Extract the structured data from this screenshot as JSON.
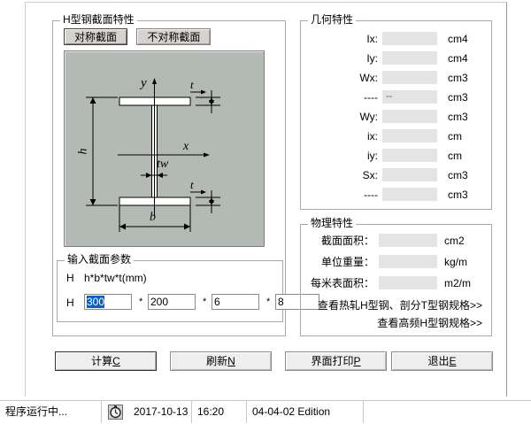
{
  "window": {
    "section_group_title": "H型钢截面特性",
    "geometry_group_title": "几何特性",
    "physical_group_title": "物理特性",
    "input_group_title": "输入截面参数"
  },
  "tabs": [
    {
      "label": "对称截面",
      "active": true
    },
    {
      "label": "不对称截面",
      "active": false
    }
  ],
  "diagram": {
    "name": "h-beam-cross-section",
    "axis_y_label": "y",
    "axis_x_label": "x",
    "height_label": "h",
    "width_label": "b",
    "web_thickness_label": "tw",
    "flange_thickness_top_label": "t",
    "flange_thickness_bottom_label": "t",
    "background_color": "#b3bab3"
  },
  "geometry": {
    "rows": [
      {
        "label": "Ix:",
        "value": "",
        "unit": "cm4"
      },
      {
        "label": "Iy:",
        "value": "",
        "unit": "cm4"
      },
      {
        "label": "Wx:",
        "value": "",
        "unit": "cm3"
      },
      {
        "label": "----",
        "value": "--",
        "unit": "cm3"
      },
      {
        "label": "Wy:",
        "value": "",
        "unit": "cm3"
      },
      {
        "label": "ix:",
        "value": "",
        "unit": "cm"
      },
      {
        "label": "iy:",
        "value": "",
        "unit": "cm"
      },
      {
        "label": "Sx:",
        "value": "",
        "unit": "cm3"
      },
      {
        "label": "----",
        "value": "",
        "unit": "cm3"
      }
    ]
  },
  "physical": {
    "rows": [
      {
        "label": "截面面积：",
        "value": "",
        "unit": "cm2"
      },
      {
        "label": "单位重量：",
        "value": "",
        "unit": "kg/m"
      },
      {
        "label": "每米表面积：",
        "value": "",
        "unit": "m2/m"
      }
    ],
    "links": [
      {
        "label": "查看热轧H型钢、剖分T型钢规格>>"
      },
      {
        "label": "查看高频H型钢规格>>"
      }
    ]
  },
  "input": {
    "hint_prefix": "H",
    "hint_formula": "h*b*tw*t(mm)",
    "row_label": "H",
    "multiply_sign": "*",
    "fields": [
      {
        "name": "h",
        "value": "300",
        "selected": true
      },
      {
        "name": "b",
        "value": "200",
        "selected": false
      },
      {
        "name": "tw",
        "value": "6",
        "selected": false
      },
      {
        "name": "t",
        "value": "8",
        "selected": false
      }
    ]
  },
  "buttons": [
    {
      "text": "计算",
      "accel": "C",
      "default": true
    },
    {
      "text": "刷新",
      "accel": "N",
      "default": false
    },
    {
      "text": "界面打印",
      "accel": "P",
      "default": false
    },
    {
      "text": "退出",
      "accel": "E",
      "default": false
    }
  ],
  "status_bar": {
    "message": "程序运行中...",
    "clock_icon": "clock-icon",
    "date": "2017-10-13",
    "time": "16:20",
    "edition": "04-04-02 Edition"
  },
  "colors": {
    "diagram_bg": "#b3bab3",
    "selection_blue": "#0a5fc8",
    "field_disabled": "#e4e4e4",
    "tab_face": "#d6d3ce"
  }
}
